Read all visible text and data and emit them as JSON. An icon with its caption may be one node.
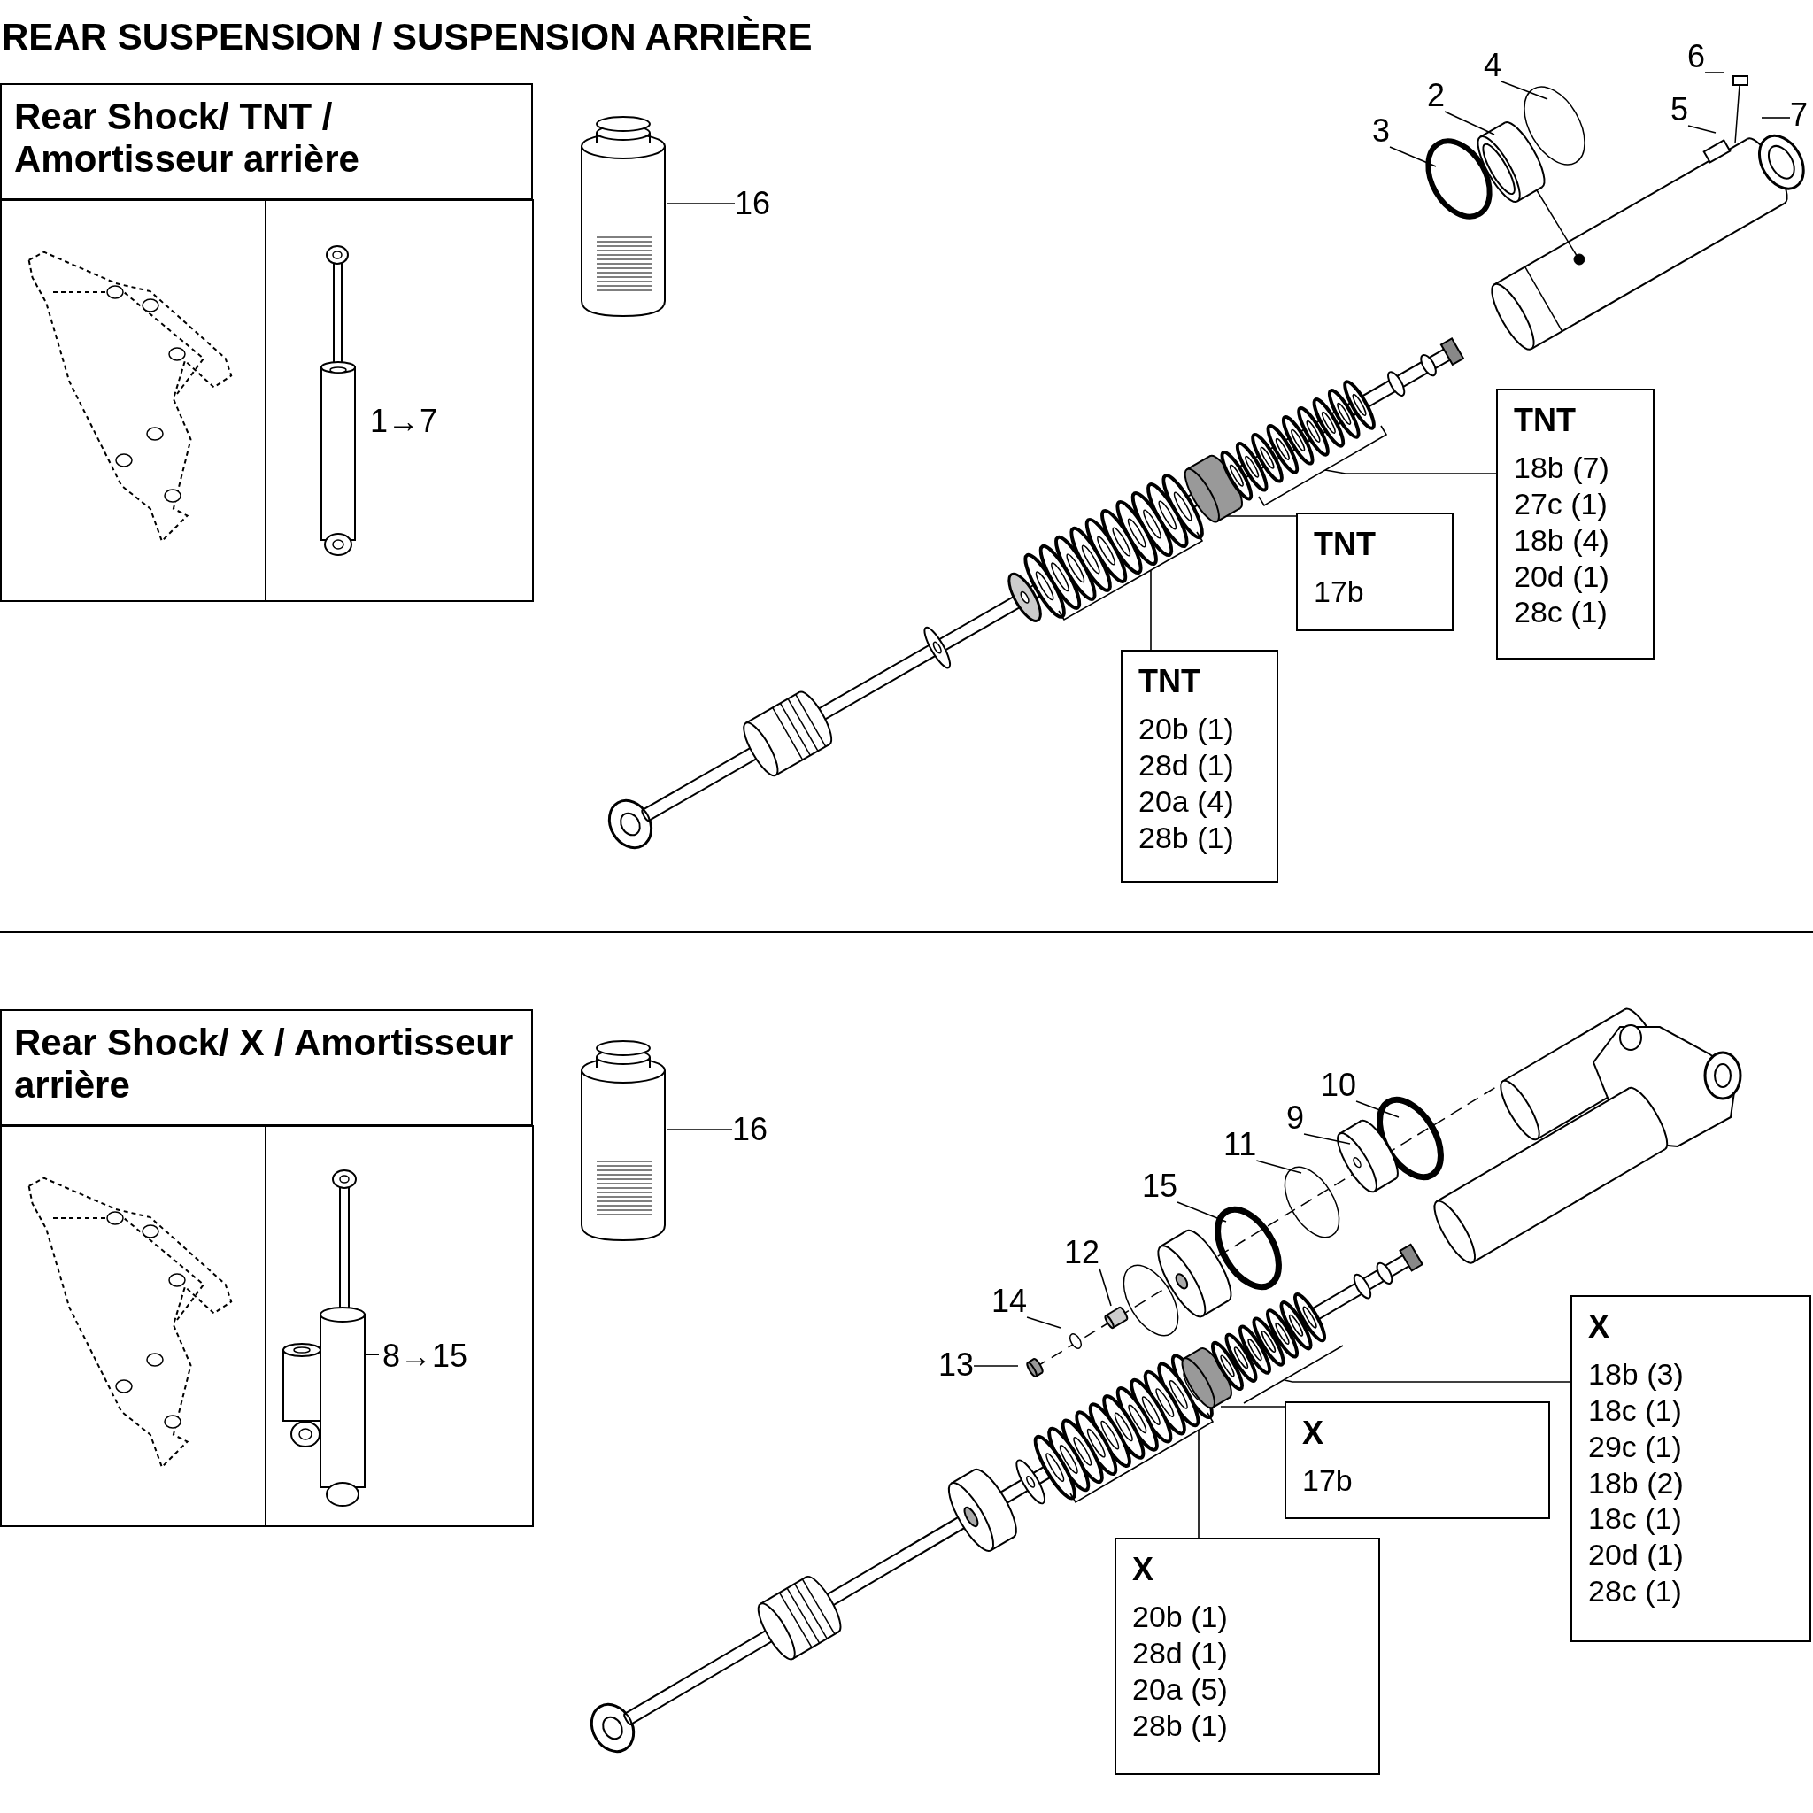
{
  "diagram": {
    "title": "REAR SUSPENSION / SUSPENSION ARRIÈRE",
    "nodes": [
      {
        "text": [
          "Rear Shock/ TNT / Amortisseur arrière"
        ]
      },
      {
        "text": [
          "16"
        ]
      },
      {
        "text": [
          "3"
        ]
      },
      {
        "text": [
          "2"
        ]
      },
      {
        "text": [
          "4"
        ]
      },
      {
        "text": [
          "6"
        ]
      },
      {
        "text": [
          "5"
        ]
      },
      {
        "text": [
          "7"
        ]
      },
      {
        "text": [
          "TNT",
          "17b"
        ]
      },
      {
        "text": [
          "TNT",
          "20b (1)",
          "28d (1)",
          "20a (4)",
          "28b (1)"
        ]
      },
      {
        "text": [
          "TNT",
          "18b (7)",
          "27c (1)",
          "18b (4)",
          "20d (1)",
          "28c (1)"
        ]
      },
      {
        "text": [
          "Rear Shock/ X / Amortisseur arrière"
        ]
      },
      {
        "text": [
          "16"
        ]
      },
      {
        "text": [
          "10"
        ]
      },
      {
        "text": [
          "9"
        ]
      },
      {
        "text": [
          "11"
        ]
      },
      {
        "text": [
          "15"
        ]
      },
      {
        "text": [
          "12"
        ]
      },
      {
        "text": [
          "14"
        ]
      },
      {
        "text": [
          "13"
        ]
      },
      {
        "text": [
          "X",
          "18b (3)",
          "18c (1)",
          "29c (1)",
          "18b (2)",
          "18c (1)",
          "20d (1)",
          "28c (1)"
        ]
      },
      {
        "text": [
          "X",
          "17b"
        ]
      },
      {
        "text": [
          "X",
          "20b (1)",
          "28d (1)",
          "20a (5)",
          "28b (1)"
        ]
      },
      {
        "text": [],
        "shape": "picture"
      },
      {
        "text": [],
        "shape": "picture"
      }
    ],
    "edges": [
      {
        "from": 1,
        "to": 23,
        "arrow": "none"
      },
      {
        "from": 2,
        "to": null,
        "arrow": "none"
      },
      {
        "from": 3,
        "to": null,
        "arrow": "none"
      },
      {
        "from": 4,
        "to": null,
        "arrow": "none"
      },
      {
        "from": 5,
        "to": null,
        "arrow": "none"
      },
      {
        "from": 6,
        "to": null,
        "arrow": "none"
      },
      {
        "from": 7,
        "to": null,
        "arrow": "none"
      },
      {
        "from": 8,
        "to": null,
        "arrow": "none"
      },
      {
        "from": 9,
        "to": null,
        "arrow": "none"
      },
      {
        "from": 10,
        "to": null,
        "arrow": "none"
      },
      {
        "from": 12,
        "to": 24,
        "arrow": "none"
      },
      {
        "from": 13,
        "to": null,
        "arrow": "none"
      },
      {
        "from": 14,
        "to": null,
        "arrow": "none"
      },
      {
        "from": 15,
        "to": null,
        "arrow": "none"
      },
      {
        "from": 16,
        "to": null,
        "arrow": "none"
      },
      {
        "from": 17,
        "to": null,
        "arrow": "none"
      },
      {
        "from": 18,
        "to": null,
        "arrow": "none"
      },
      {
        "from": 19,
        "to": null,
        "arrow": "none"
      },
      {
        "from": 20,
        "to": null,
        "arrow": "none"
      },
      {
        "from": 21,
        "to": null,
        "arrow": "none"
      },
      {
        "from": 22,
        "to": null,
        "arrow": "none"
      }
    ],
    "labels": [
      "1→7",
      "8→15"
    ]
  }
}
